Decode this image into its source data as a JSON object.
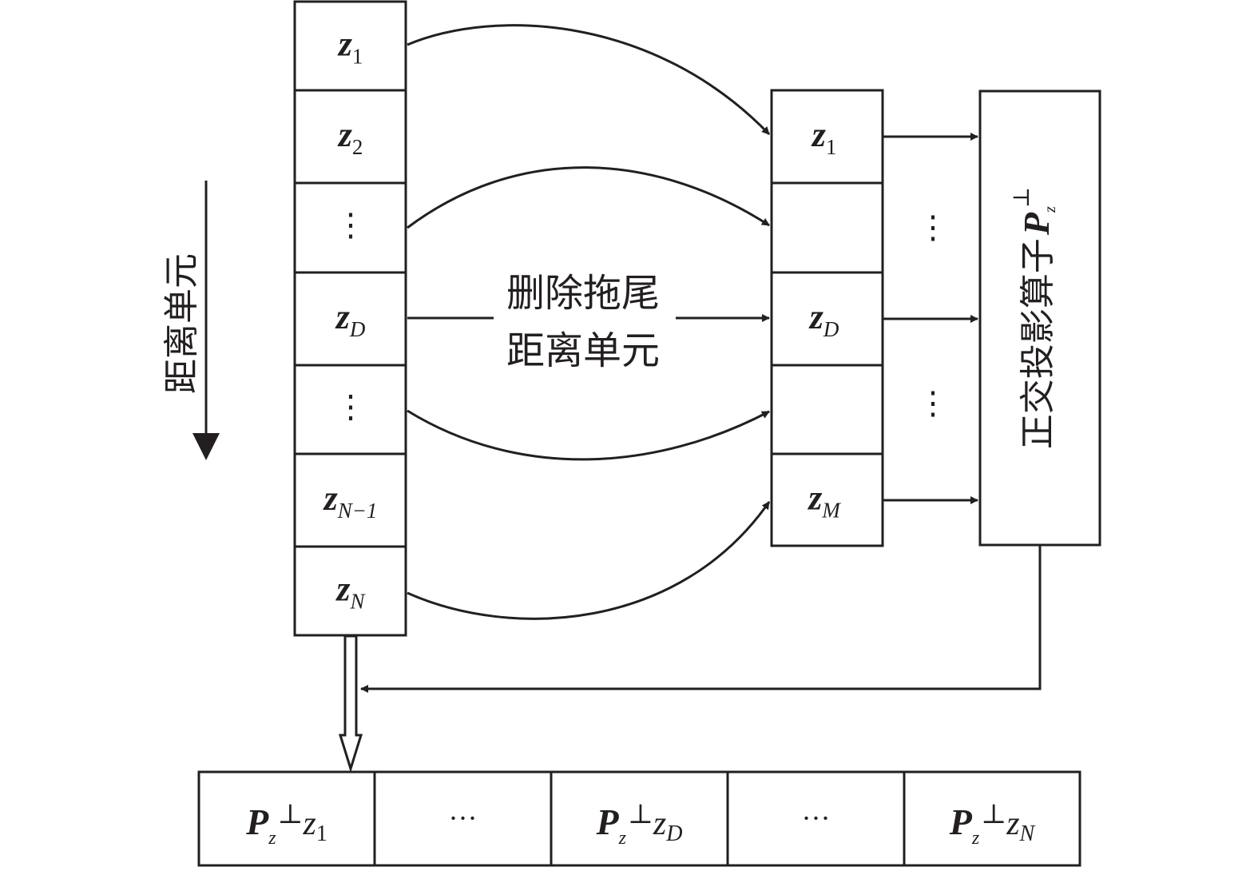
{
  "diagram": {
    "axis_label": "距离单元",
    "delete_label_line1": "删除拖尾",
    "delete_label_line2": "距离单元",
    "left_column": [
      {
        "var": "z",
        "sub": "1",
        "sub_italic": false
      },
      {
        "var": "z",
        "sub": "2",
        "sub_italic": false
      },
      {
        "var": "⋮",
        "sub": "",
        "sub_italic": false
      },
      {
        "var": "z",
        "sub": "D",
        "sub_italic": true
      },
      {
        "var": "⋮",
        "sub": "",
        "sub_italic": false
      },
      {
        "var": "z",
        "sub": "N−1",
        "sub_italic": true
      },
      {
        "var": "z",
        "sub": "N",
        "sub_italic": true
      }
    ],
    "middle_column": [
      {
        "var": "z",
        "sub": "1",
        "sub_italic": false
      },
      {
        "var": "",
        "sub": "",
        "sub_italic": false
      },
      {
        "var": "z",
        "sub": "D",
        "sub_italic": true
      },
      {
        "var": "",
        "sub": "",
        "sub_italic": false
      },
      {
        "var": "z",
        "sub": "M",
        "sub_italic": true
      }
    ],
    "middle_dots": [
      "⋮",
      "⋮"
    ],
    "operator_box": {
      "label_cjk": "正交投影算子",
      "symbol": "P",
      "symbol_sub": "z",
      "symbol_sup": "⊥"
    },
    "output_row": [
      {
        "type": "expr",
        "P": "P",
        "P_sub": "z",
        "sup": "⊥",
        "var": "z",
        "sub": "1",
        "sub_italic": false
      },
      {
        "type": "dots",
        "text": "···"
      },
      {
        "type": "expr",
        "P": "P",
        "P_sub": "z",
        "sup": "⊥",
        "var": "z",
        "sub": "D",
        "sub_italic": true
      },
      {
        "type": "dots",
        "text": "···"
      },
      {
        "type": "expr",
        "P": "P",
        "P_sub": "z",
        "sup": "⊥",
        "var": "z",
        "sub": "N",
        "sub_italic": true
      }
    ],
    "colors": {
      "stroke": "#231f20",
      "background": "#ffffff"
    }
  }
}
